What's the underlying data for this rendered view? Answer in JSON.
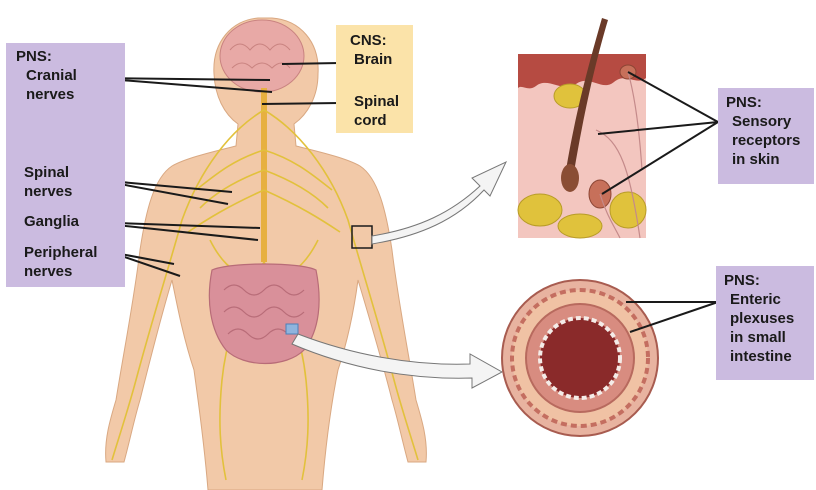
{
  "colors": {
    "pns_box": "#cbbbe0",
    "cns_box": "#fbe3a9",
    "skin": "#f2c9a8",
    "nerve": "#e2c13c",
    "intestine": "#d9909a",
    "leader_line": "#1a1a1a"
  },
  "left_panel": {
    "header": "PNS:",
    "items": [
      {
        "name": "cranial",
        "lines": [
          "Cranial",
          "nerves"
        ]
      },
      {
        "name": "spinal",
        "lines": [
          "Spinal",
          "nerves"
        ]
      },
      {
        "name": "ganglia",
        "lines": [
          "Ganglia"
        ]
      },
      {
        "name": "peripheral",
        "lines": [
          "Peripheral",
          "nerves"
        ]
      }
    ]
  },
  "cns": {
    "header": "CNS:",
    "brain": "Brain",
    "spinal_cord": [
      "Spinal",
      "cord"
    ]
  },
  "skin_label": {
    "header": "PNS:",
    "lines": [
      "Sensory",
      "receptors",
      "in skin"
    ]
  },
  "intestine_label": {
    "header": "PNS:",
    "lines": [
      "Enteric",
      "plexuses",
      "in small",
      "intestine"
    ]
  }
}
